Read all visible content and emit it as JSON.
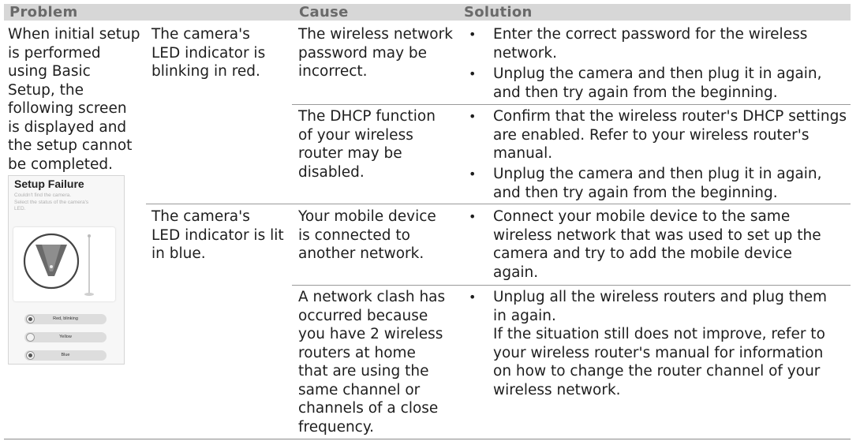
{
  "headers": {
    "problem": "Problem",
    "cause": "Cause",
    "solution": "Solution"
  },
  "problem": [
    "When initial setup",
    "is performed",
    "using Basic",
    "Setup, the",
    "following screen",
    "is displayed and",
    "the setup cannot",
    "be completed."
  ],
  "screen": {
    "title": "Setup Failure",
    "subtitle_lines": [
      "Couldn't find the camera.",
      "Select the status of the camera's",
      "LED."
    ],
    "options": [
      {
        "label": "Red, blinking",
        "selected": true
      },
      {
        "label": "Yellow",
        "selected": false
      },
      {
        "label": "Blue",
        "selected": true
      }
    ]
  },
  "rows": [
    {
      "led": [
        "The camera's",
        "LED indicator is",
        "blinking in red."
      ],
      "causes": [
        {
          "cause": [
            "The wireless network",
            "password may be",
            "incorrect."
          ],
          "solutions": [
            [
              "Enter the correct password for the wireless",
              "network."
            ],
            [
              "Unplug the camera and then plug it in again,",
              "and then try again from the beginning."
            ]
          ]
        },
        {
          "cause": [
            "The DHCP function",
            "of your wireless",
            "router may be",
            "disabled."
          ],
          "solutions": [
            [
              "Confirm that the wireless router's DHCP settings",
              "are enabled. Refer to your wireless router's",
              "manual."
            ],
            [
              "Unplug the camera and then plug it in again,",
              "and then try again from the beginning."
            ]
          ]
        }
      ]
    },
    {
      "led": [
        "The camera's",
        "LED indicator is lit",
        "in blue."
      ],
      "causes": [
        {
          "cause": [
            "Your mobile device",
            "is connected to",
            "another network."
          ],
          "solutions": [
            [
              "Connect your mobile device to the same",
              "wireless network that was used to set up the",
              "camera and try to add the mobile device",
              "again."
            ]
          ]
        },
        {
          "cause": [
            "A network clash has",
            "occurred because",
            "you have 2 wireless",
            "routers at home",
            "that are using the",
            "same channel or",
            "channels of a close",
            "frequency."
          ],
          "solutions": [
            [
              "Unplug all the wireless routers and plug them",
              "in again.",
              "If the situation still does not improve, refer to",
              "your wireless router's manual for information",
              "on how to change the router channel of your",
              "wireless network."
            ]
          ]
        }
      ]
    }
  ],
  "bullet_char": "•"
}
